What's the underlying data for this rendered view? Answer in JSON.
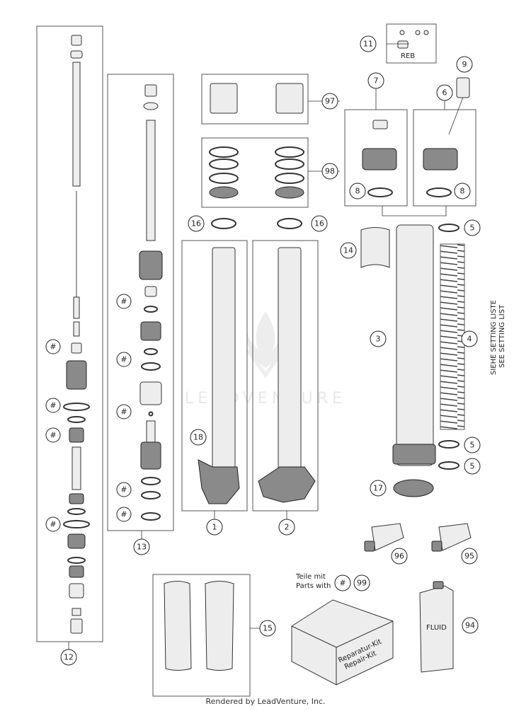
{
  "labels": {
    "c12": "12",
    "c13": "13",
    "c97": "97",
    "c98": "98",
    "c16a": "16",
    "c16b": "16",
    "c7": "7",
    "c9": "9",
    "c6": "6",
    "c8a": "8",
    "c8b": "8",
    "c11": "11",
    "c5a": "5",
    "c5b": "5",
    "c5c": "5",
    "c14": "14",
    "c3": "3",
    "c4": "4",
    "c18": "18",
    "c1": "1",
    "c2": "2",
    "c17": "17",
    "c96": "96",
    "c95": "95",
    "c15": "15",
    "c99": "99",
    "c94": "94",
    "hash": "#"
  },
  "text": {
    "reb": "REB",
    "teile_mit": "Teile mit",
    "parts_with": "Parts with",
    "siehe": "SIEHE SETTING LISTE",
    "see": "SEE SETTING LIST",
    "kit1": "Reparatur-Kit",
    "kit2": "Repair-Kit",
    "fluid": "FLUID",
    "watermark": "LEADVENTURE"
  },
  "footer": "Rendered by LeadVenture, Inc."
}
